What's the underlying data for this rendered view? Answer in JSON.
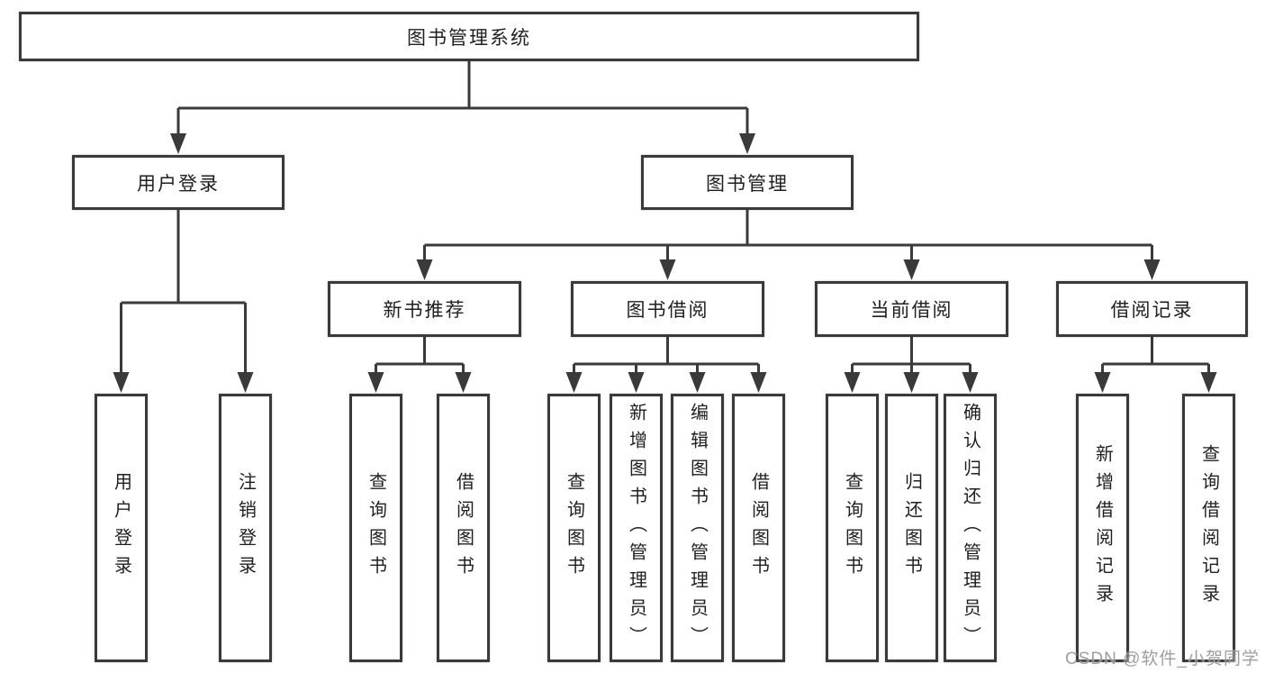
{
  "tree": {
    "label": "图书管理系统",
    "children": [
      {
        "label": "用户登录",
        "children": [
          {
            "label": "用户登录"
          },
          {
            "label": "注销登录"
          }
        ]
      },
      {
        "label": "图书管理",
        "children": [
          {
            "label": "新书推荐",
            "children": [
              {
                "label": "查询图书"
              },
              {
                "label": "借阅图书"
              }
            ]
          },
          {
            "label": "图书借阅",
            "children": [
              {
                "label": "查询图书"
              },
              {
                "label": "新增图书（管理员）"
              },
              {
                "label": "编辑图书（管理员）"
              },
              {
                "label": "借阅图书"
              }
            ]
          },
          {
            "label": "当前借阅",
            "children": [
              {
                "label": "查询图书"
              },
              {
                "label": "归还图书"
              },
              {
                "label": "确认归还（管理员）"
              }
            ]
          },
          {
            "label": "借阅记录",
            "children": [
              {
                "label": "新增借阅记录"
              },
              {
                "label": "查询借阅记录"
              }
            ]
          }
        ]
      }
    ]
  },
  "watermark": {
    "text": "CSDN @软件_小贺同学"
  },
  "colors": {
    "background": "#ffffff",
    "line": "#3a3a3a",
    "box_border": "#3a3a3a",
    "text": "#1f1f1f",
    "watermark": "#949090"
  }
}
